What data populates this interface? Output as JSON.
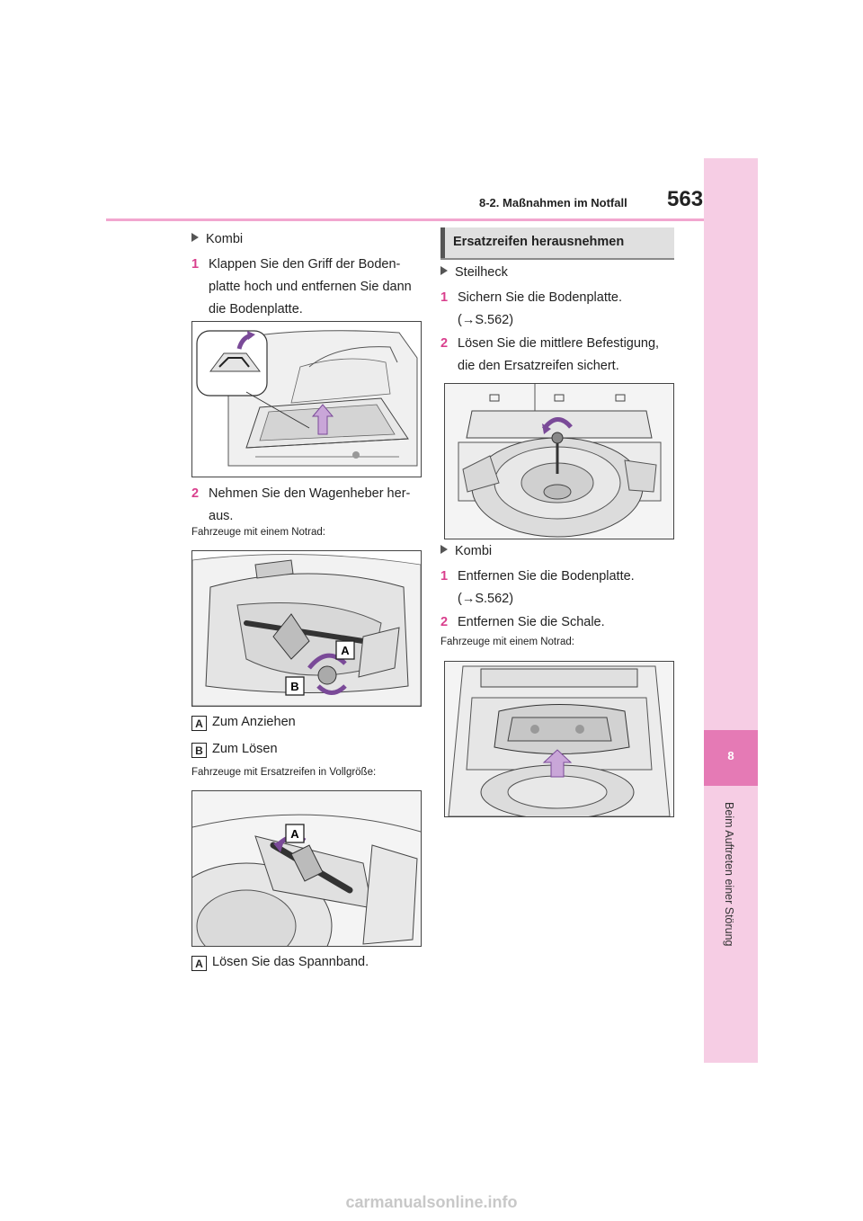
{
  "header": {
    "section": "8-2. Maßnahmen im Notfall",
    "page_number": "563"
  },
  "side_tab": {
    "chapter_number": "8",
    "chapter_title": "Beim Auftreten einer Störung"
  },
  "left": {
    "kombi_bullet": "Kombi",
    "step1": {
      "num": "1",
      "text": "Klappen Sie den Griff der Boden-platte hoch und entfernen Sie dann die Bodenplatte."
    },
    "step2": {
      "num": "2",
      "text": "Nehmen Sie den Wagenheber her-aus."
    },
    "note_notrad": "Fahrzeuge mit einem Notrad:",
    "fig2_label_a": "A",
    "fig2_label_b": "B",
    "legend_a": {
      "box": "A",
      "text": "Zum Anziehen"
    },
    "legend_b": {
      "box": "B",
      "text": "Zum Lösen"
    },
    "note_vollgroesse": "Fahrzeuge mit Ersatzreifen in Vollgröße:",
    "fig3_label_a": "A",
    "legend3_a": {
      "box": "A",
      "text": "Lösen Sie das Spannband."
    }
  },
  "right": {
    "heading": "Ersatzreifen herausnehmen",
    "steilheck_bullet": "Steilheck",
    "step1": {
      "num": "1",
      "text": "Sichern Sie die Bodenplatte. (→S.562)"
    },
    "step2": {
      "num": "2",
      "text": "Lösen Sie die mittlere Befestigung, die den Ersatzreifen sichert."
    },
    "kombi_bullet": "Kombi",
    "k_step1": {
      "num": "1",
      "text": "Entfernen Sie die Bodenplatte. (→S.562)"
    },
    "k_step2": {
      "num": "2",
      "text": "Entfernen Sie die Schale."
    },
    "note_notrad": "Fahrzeuge mit einem Notrad:"
  },
  "watermark": "carmanualsonline.info",
  "colors": {
    "accent_pink": "#e57ab5",
    "tab_pink": "#f6cde4",
    "step_number": "#d93f8d"
  }
}
